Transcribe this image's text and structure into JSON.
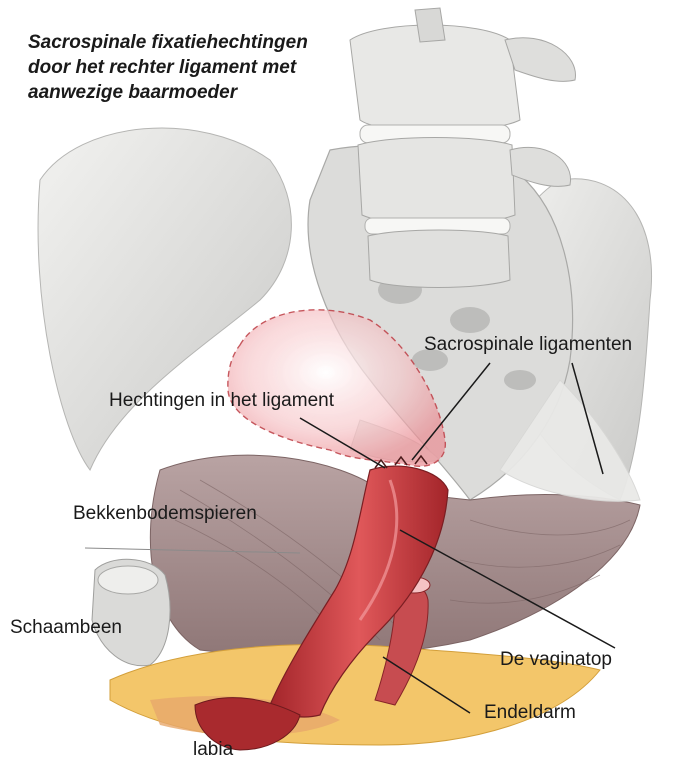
{
  "title_lines": [
    "Sacrospinale fixatiehechtingen",
    "door het rechter ligament met",
    "aanwezige baarmoeder"
  ],
  "labels": {
    "sacrospinal": "Sacrospinale ligamenten",
    "sutures": "Hechtingen in het ligament",
    "pelvic_floor": "Bekkenbodemspieren",
    "pubic_bone": "Schaambeen",
    "vaginal_vault": "De vaginatop",
    "rectum": "Endeldarm",
    "labia": "labia"
  }
}
